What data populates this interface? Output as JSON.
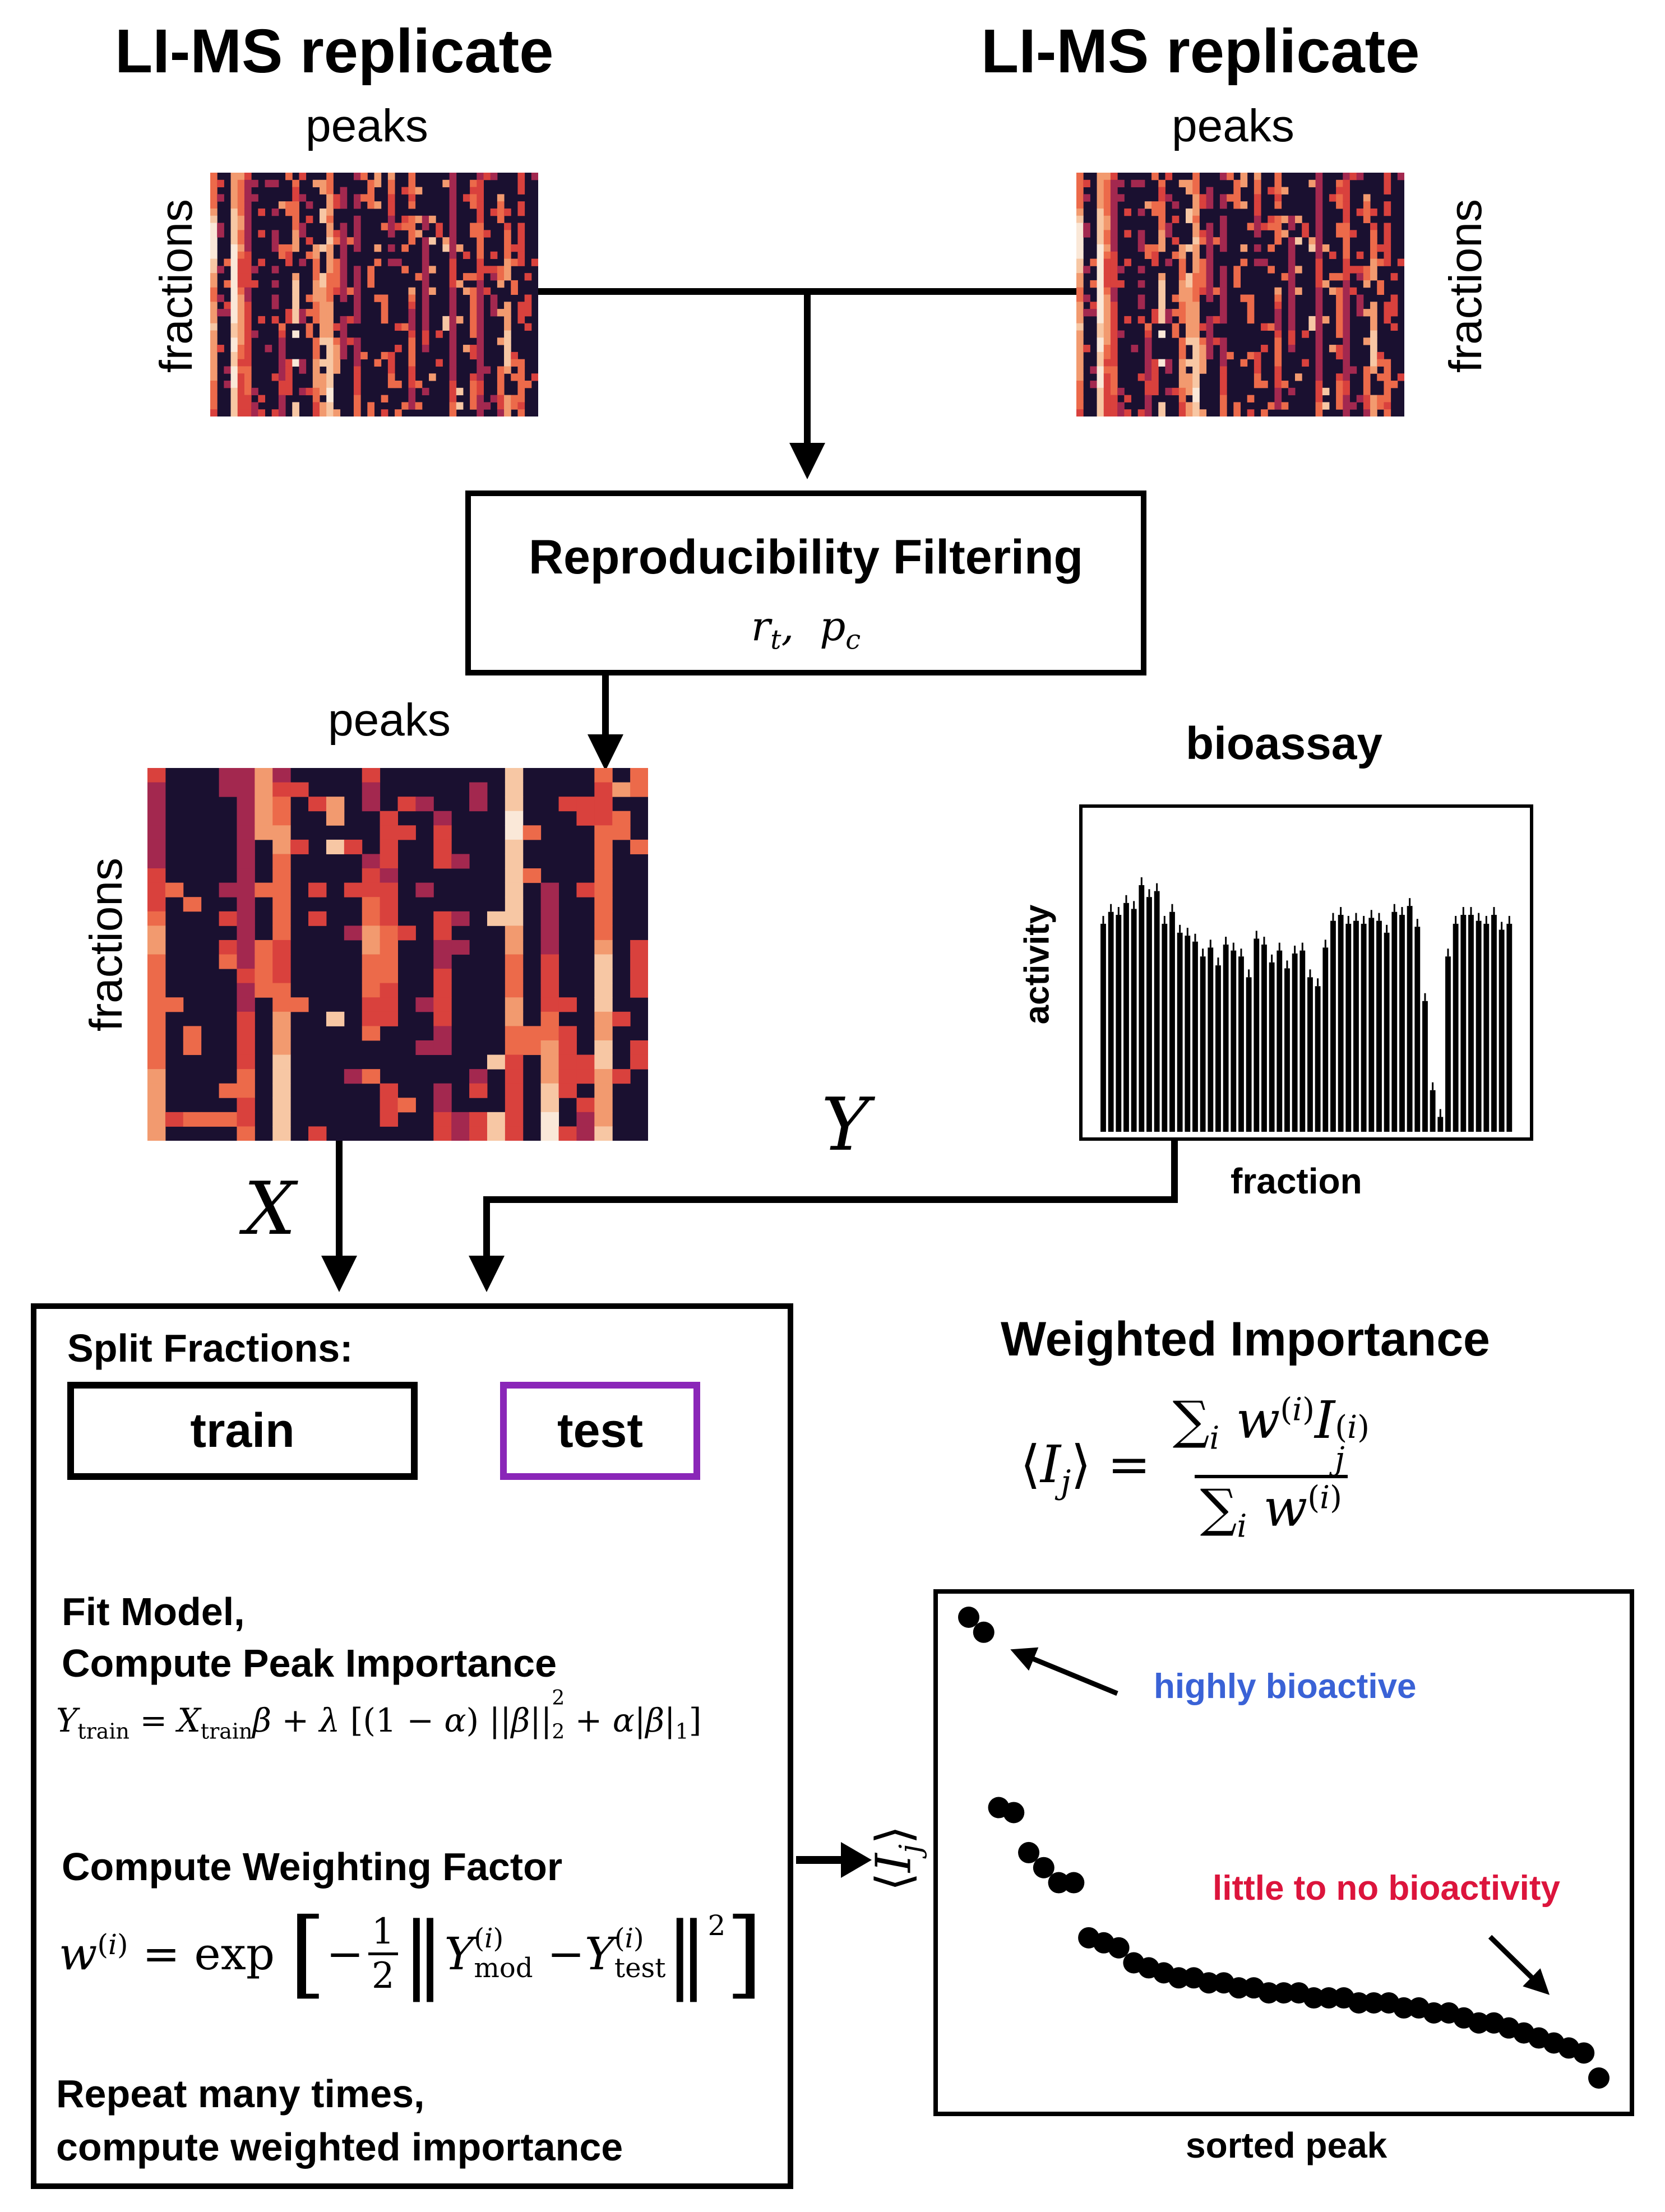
{
  "replicate_left": {
    "title": "LI-MS replicate",
    "xlabel": "peaks",
    "ylabel": "fractions"
  },
  "replicate_right": {
    "title": "LI-MS replicate",
    "xlabel": "peaks",
    "ylabel": "fractions"
  },
  "filter_box": {
    "title": "Reproducibility Filtering",
    "params": "r_t, p_c"
  },
  "filtered": {
    "xlabel": "peaks",
    "ylabel": "fractions",
    "symbol": "X"
  },
  "bioassay": {
    "title": "bioassay",
    "ylabel": "activity",
    "xlabel": "fraction",
    "symbol": "Y",
    "chart_data": {
      "type": "bar",
      "title": "bioassay",
      "xlabel": "fraction",
      "ylabel": "activity",
      "values": [
        0.7,
        0.74,
        0.73,
        0.77,
        0.75,
        0.83,
        0.79,
        0.81,
        0.7,
        0.74,
        0.67,
        0.66,
        0.64,
        0.59,
        0.62,
        0.56,
        0.63,
        0.61,
        0.59,
        0.52,
        0.65,
        0.63,
        0.57,
        0.61,
        0.55,
        0.6,
        0.61,
        0.52,
        0.49,
        0.62,
        0.71,
        0.73,
        0.7,
        0.71,
        0.7,
        0.72,
        0.71,
        0.67,
        0.74,
        0.73,
        0.76,
        0.69,
        0.44,
        0.14,
        0.05,
        0.59,
        0.7,
        0.73,
        0.73,
        0.71,
        0.7,
        0.73,
        0.68,
        0.7
      ]
    }
  },
  "left_panel": {
    "heading": "Split Fractions:",
    "train_label": "train",
    "test_label": "test",
    "fit_line1": "Fit Model,",
    "fit_line2": "Compute Peak Importance",
    "fit_equation": "Y_train = X_train β + λ [(1 − α) ||β||₂² + α|β|₁]",
    "weight_heading": "Compute Weighting Factor",
    "weight_equation": "w^(i) = exp[ −1/2 || Y_mod^(i) − Y_test^(i) ||² ]",
    "repeat_line1": "Repeat many times,",
    "repeat_line2": "compute weighted importance"
  },
  "weighted": {
    "title": "Weighted Importance",
    "equation": "⟨I_j⟩ = Σ_i w^(i) I_j^(i) / Σ_i w^(i)",
    "yaxis_symbol": "⟨I_j⟩",
    "xlabel": "sorted peak",
    "annotation_high": "highly bioactive",
    "annotation_low": "little to no bioactivity",
    "colors": {
      "high": "#3a62d6",
      "low": "#dc143c",
      "test": "#8a26b8"
    },
    "chart_data": {
      "type": "scatter",
      "xlabel": "sorted peak",
      "ylabel": "⟨I_j⟩",
      "x": [
        1,
        2,
        3,
        4,
        5,
        6,
        7,
        8,
        9,
        10,
        11,
        12,
        13,
        14,
        15,
        16,
        17,
        18,
        19,
        20,
        21,
        22,
        23,
        24,
        25,
        26,
        27,
        28,
        29,
        30,
        31,
        32,
        33,
        34,
        35,
        36,
        37,
        38,
        39,
        40,
        41,
        42,
        43
      ],
      "y": [
        1.0,
        0.97,
        0.62,
        0.61,
        0.53,
        0.5,
        0.47,
        0.47,
        0.36,
        0.35,
        0.34,
        0.31,
        0.3,
        0.29,
        0.28,
        0.28,
        0.27,
        0.27,
        0.26,
        0.26,
        0.25,
        0.25,
        0.25,
        0.24,
        0.24,
        0.24,
        0.23,
        0.23,
        0.23,
        0.22,
        0.22,
        0.21,
        0.21,
        0.2,
        0.19,
        0.19,
        0.18,
        0.17,
        0.16,
        0.15,
        0.14,
        0.13,
        0.08
      ]
    }
  }
}
